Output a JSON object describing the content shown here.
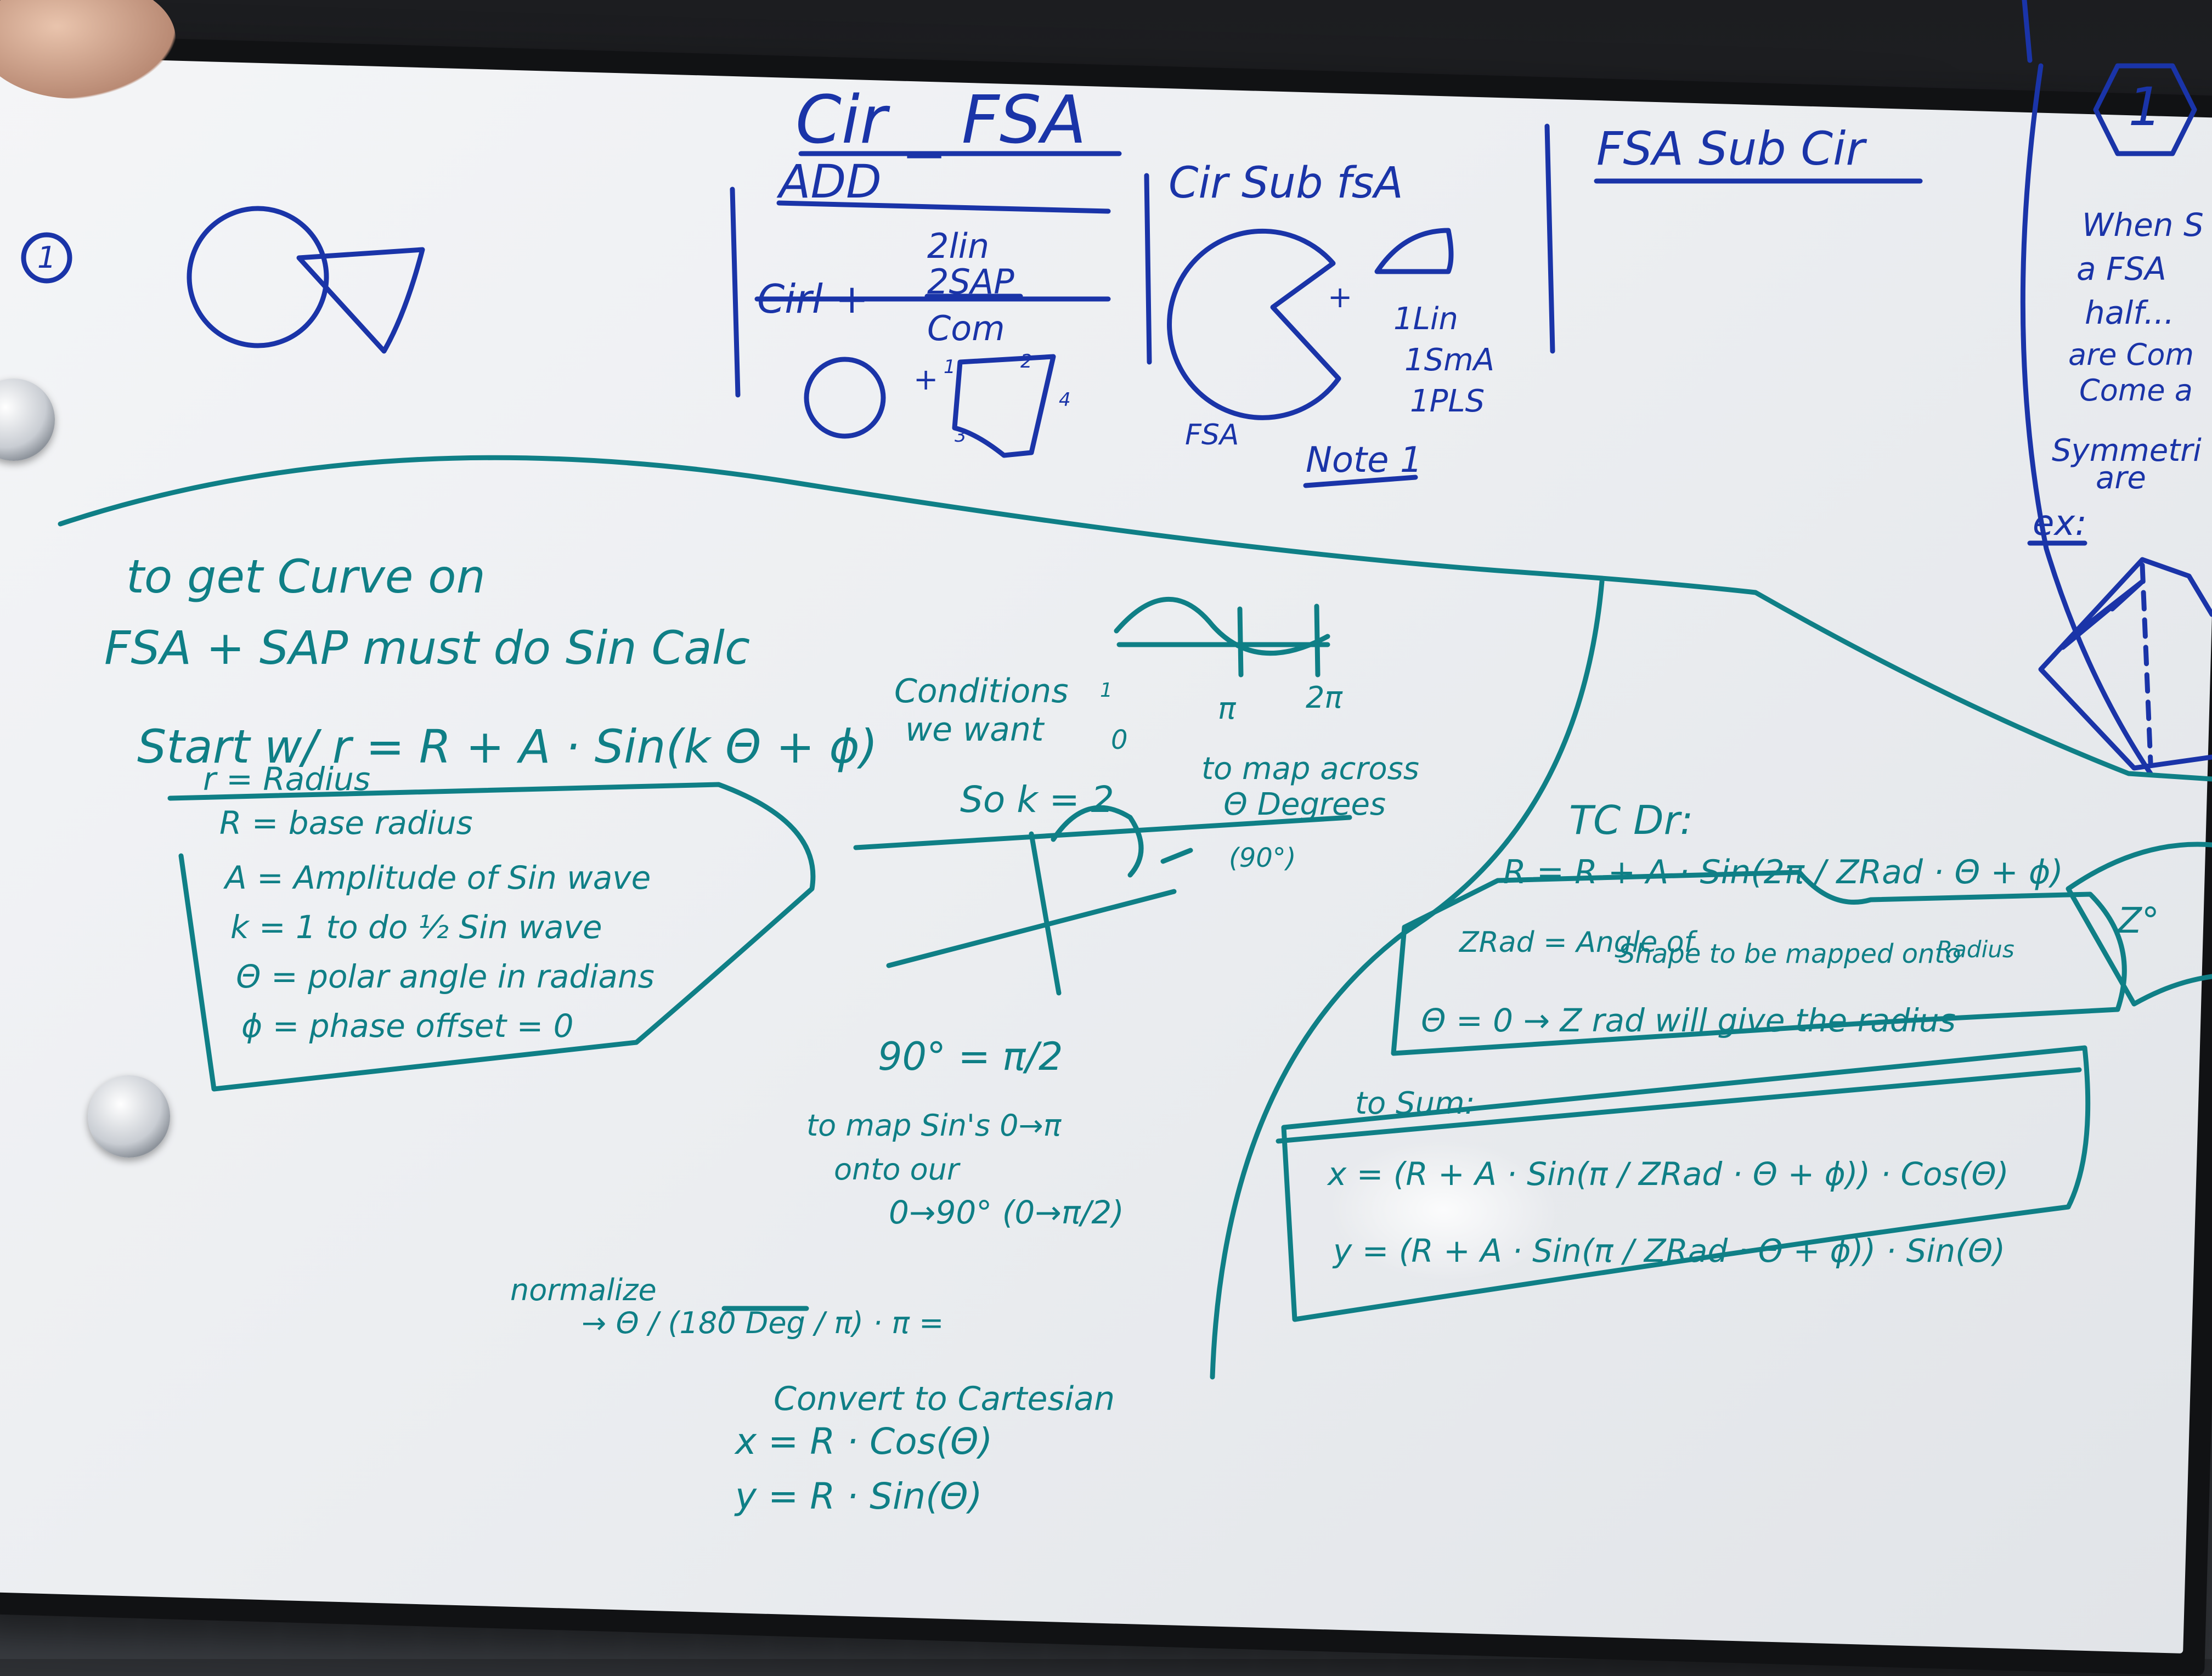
{
  "board": {
    "top_left": {
      "index_mark": "1",
      "title": "Cir _ FSA",
      "add_header": "ADD",
      "add_formula_left": "Cirl +",
      "add_formula_num1": "2lin",
      "add_formula_num2": "2SAP",
      "add_formula_den": "Com",
      "add_plus": "+",
      "add_vertex_labels": [
        "1",
        "2",
        "3",
        "4"
      ],
      "sub_header": "Cir Sub fsA",
      "sub_plus": "+",
      "sub_parts": [
        "1Lin",
        "1SmA",
        "1PLS"
      ],
      "sub_shape_label": "FSA",
      "note_label": "Note 1",
      "right_header": "FSA Sub Cir"
    },
    "right_panel": {
      "hex_label": "1",
      "lines": [
        "When S",
        "a FSA",
        "half...",
        "are Com",
        "Come a",
        "Symmetri",
        "are"
      ],
      "ex_label": "ex:"
    },
    "left_block": {
      "line1": "to get Curve on",
      "line2": "FSA + SAP   must do Sin Calc",
      "line3": "Start w/  r = R + A · Sin(k Θ + ϕ)",
      "defs": [
        "r = Radius",
        "R = base radius",
        "A = Amplitude of Sin wave",
        "k = 1 to do ½ Sin wave",
        "Θ = polar angle in radians",
        "ϕ = phase offset = 0"
      ]
    },
    "middle_block": {
      "conditions": [
        "Conditions",
        "we want"
      ],
      "sine_labels": [
        "1",
        "0",
        "π",
        "2π"
      ],
      "so_k": "So  k = 2",
      "map_note": [
        "to map across",
        "Θ Degrees",
        "(90°)"
      ],
      "ninety": "90° = π/2",
      "map_lines": [
        "to map  Sin's 0→π",
        "onto our",
        "0→90° (0→π/2)"
      ],
      "normalize": "normalize",
      "normalize_formula": "→  Θ / (180 Deg / π) · π =",
      "convert": "Convert to Cartesian",
      "x_eq": "x = R · Cos(Θ)",
      "y_eq": "y = R · Sin(Θ)"
    },
    "right_block": {
      "header": "TC Dr:",
      "r_eq": "R = R + A · Sin(2π / ZRad · Θ + ϕ)",
      "zrad_def": [
        "ZRad = Angle of",
        "Shape to be mapped onto",
        "Radius"
      ],
      "theta_note": "Θ = 0 → Z rad  will give the radius",
      "wedge_label": "Z°",
      "sum": "to Sum:",
      "x_formula": "x = (R + A · Sin(π / ZRad · Θ + ϕ)) · Cos(Θ)",
      "y_formula": "y = (R + A · Sin(π / ZRad · Θ + ϕ)) · Sin(Θ)"
    }
  },
  "colors": {
    "blue_marker": "#1a34a8",
    "teal_marker": "#0f7f86",
    "board": "#eef0f3",
    "frame": "#111214"
  }
}
